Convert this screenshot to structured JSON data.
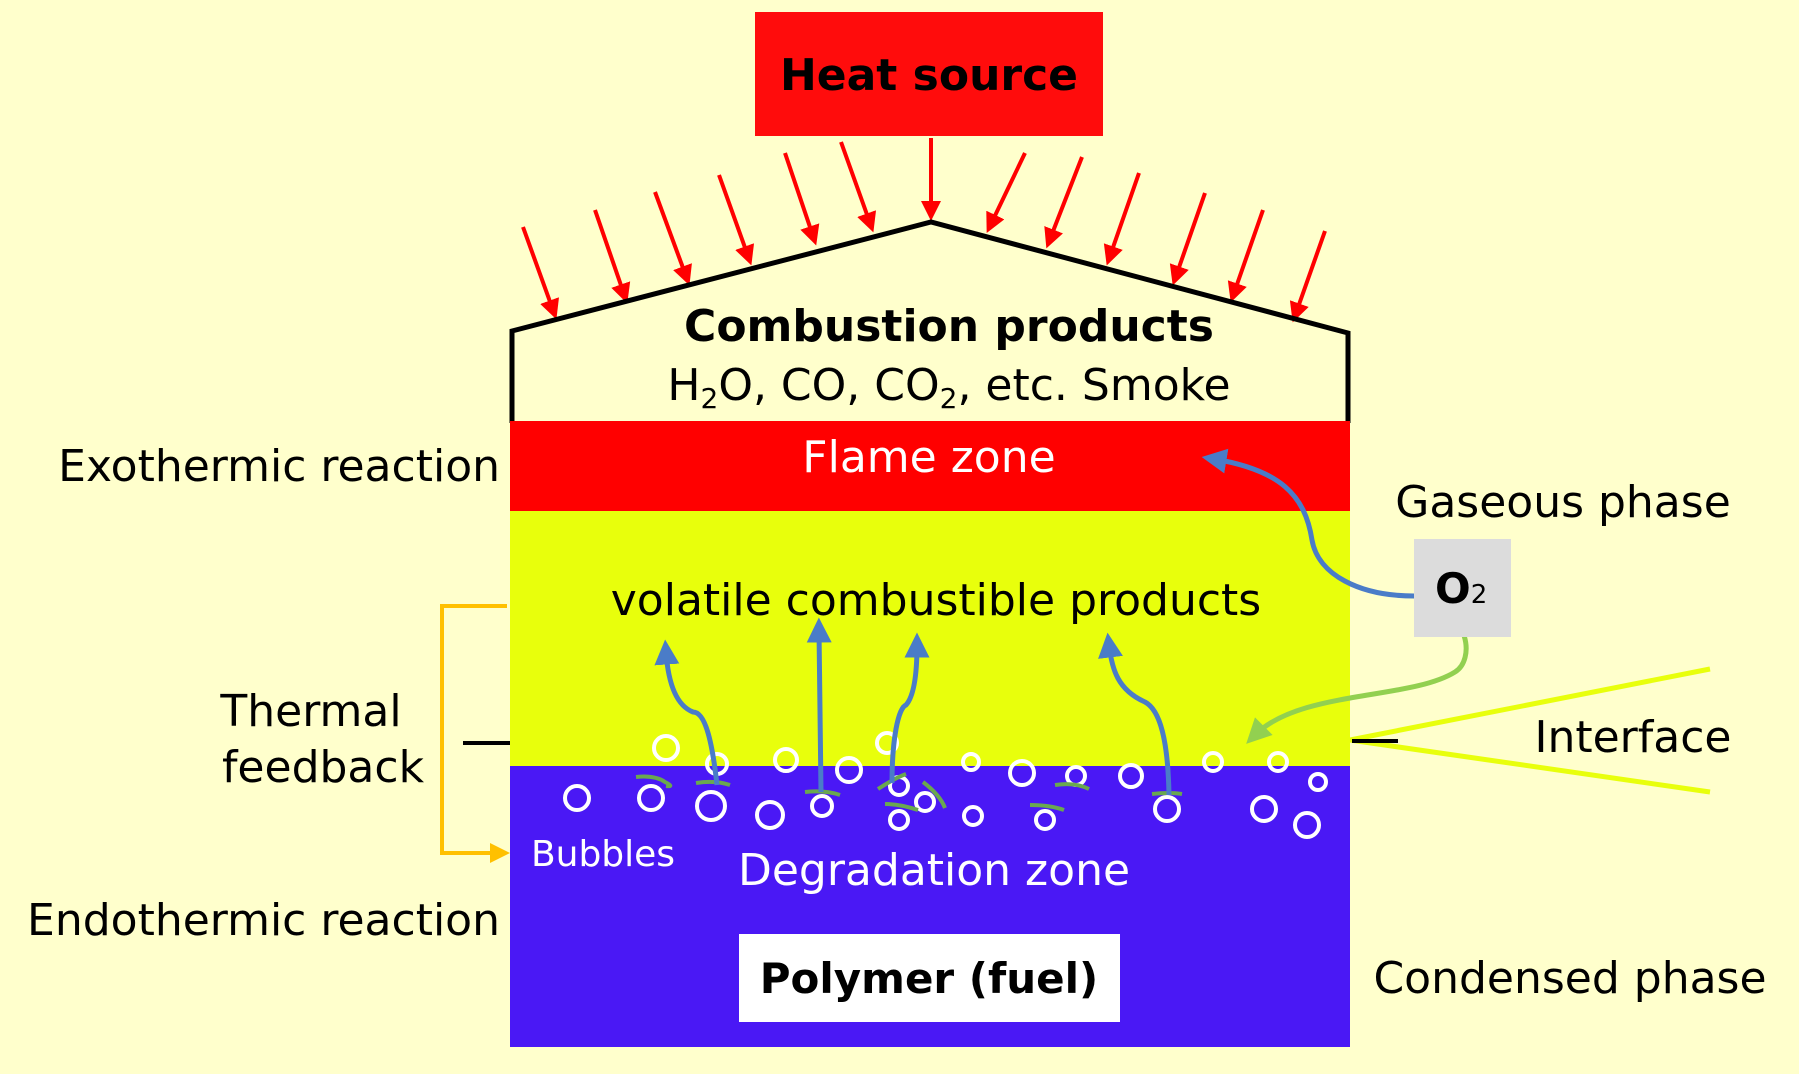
{
  "colors": {
    "background": "#ffffcc",
    "heat_source": "#ff0c0c",
    "flame_zone": "#ff0000",
    "volatile_zone": "#e8ff0c",
    "degradation_zone": "#4a18f5",
    "heat_arrow": "#ff0000",
    "volatile_arrow": "#4a7cc8",
    "oxygen_arrow": "#92d050",
    "feedback_bracket": "#ffc000",
    "oxygen_box": "#dcdcdc",
    "interface_lines": "#e8ff0c"
  },
  "heat_source": {
    "label": "Heat source"
  },
  "combustion_products": {
    "title": "Combustion products",
    "formula_parts": [
      "H",
      "2",
      "O, CO, CO",
      "2",
      ", etc. Smoke"
    ]
  },
  "zones": {
    "flame": "Flame zone",
    "volatile": "volatile combustible products",
    "degradation": "Degradation zone",
    "polymer": "Polymer (fuel)",
    "bubbles": "Bubbles"
  },
  "left_labels": {
    "exothermic": "Exothermic reaction",
    "thermal_feedback_line1": "Thermal",
    "thermal_feedback_line2": "feedback",
    "endothermic": "Endothermic reaction"
  },
  "right_labels": {
    "gaseous": "Gaseous phase",
    "interface": "Interface",
    "condensed": "Condensed phase"
  },
  "oxygen": {
    "symbol": "O",
    "subscript": "2"
  }
}
